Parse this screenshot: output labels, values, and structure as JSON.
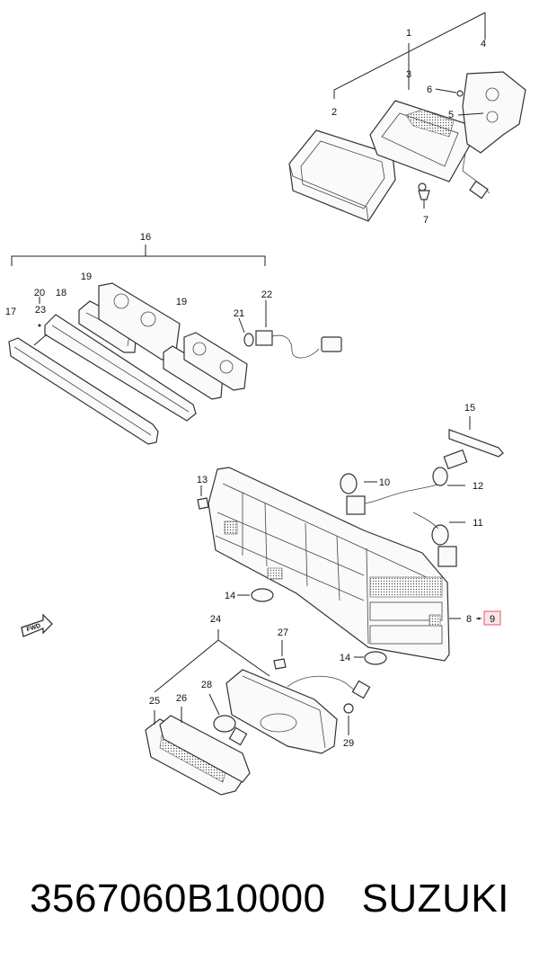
{
  "callouts": {
    "c1": "1",
    "c2": "2",
    "c3": "3",
    "c4": "4",
    "c5": "5",
    "c6": "6",
    "c7": "7",
    "c8": "8",
    "c9": "9",
    "c10": "10",
    "c11": "11",
    "c12": "12",
    "c13": "13",
    "c14a": "14",
    "c14b": "14",
    "c15": "15",
    "c16": "16",
    "c17": "17",
    "c18": "18",
    "c19a": "19",
    "c19b": "19",
    "c20": "20",
    "c21": "21",
    "c22": "22",
    "c23": "23",
    "c24": "24",
    "c25": "25",
    "c26": "26",
    "c27": "27",
    "c28": "28",
    "c29": "29"
  },
  "fwd_label": "FWD",
  "caption": {
    "part_number": "3567060B10000",
    "brand": "SUZUKI"
  },
  "colors": {
    "highlight_box": "#e05a6a",
    "highlight_fill": "#fde4e8"
  }
}
